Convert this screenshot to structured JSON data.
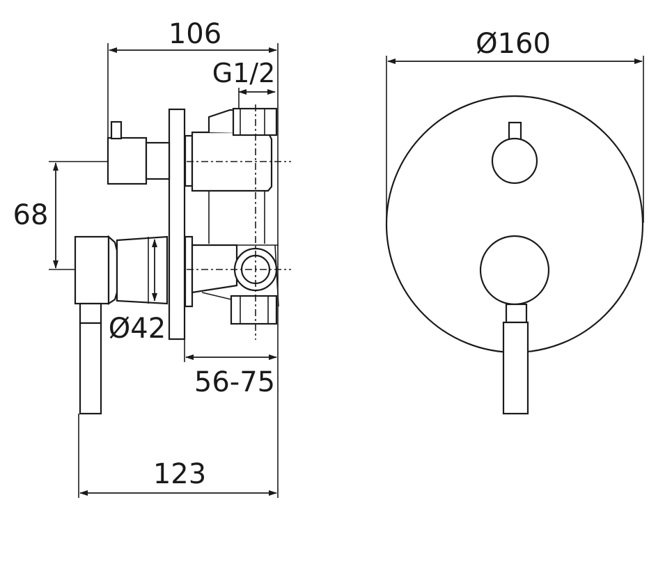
{
  "side_view": {
    "dim_width_top": "106",
    "dim_thread": "G1/2",
    "dim_height": "68",
    "dim_cartridge_diameter": "Ø42",
    "dim_depth_range": "56-75",
    "dim_width_bottom": "123"
  },
  "front_view": {
    "dim_plate_diameter": "Ø160"
  }
}
